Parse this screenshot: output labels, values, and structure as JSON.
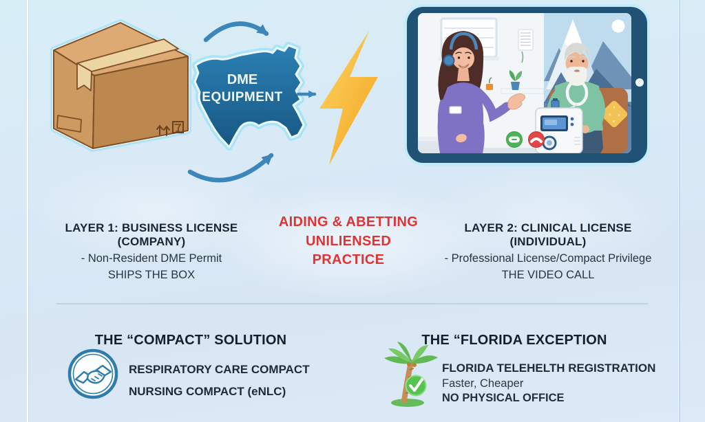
{
  "infographic": {
    "flow": {
      "map_label": {
        "line1": "DME",
        "line2": "EQUIPMENT"
      }
    },
    "layer1": {
      "title": "LAYER 1: BUSINESS LICENSE (COMPANY)",
      "detail": "- Non-Resident DME Permit",
      "role": "SHIPS THE BOX"
    },
    "conflict": {
      "line1": "AIDING & ABETTING",
      "line2": "UNILIENSED",
      "line3": "PRACTICE"
    },
    "layer2": {
      "title": "LAYER 2: CLINICAL LICENSE (INDIVIDUAL)",
      "detail": "- Professional License/Compact Privilege",
      "role": "THE VIDEO CALL"
    },
    "compact_solution": {
      "title": "THE “COMPACT” SOLUTION",
      "items": [
        "RESPIRATORY CARE COMPACT",
        "NURSING COMPACT (eNLC)"
      ]
    },
    "florida_exception": {
      "title": "THE “FLORIDA EXCEPTION",
      "headline": "FLORIDA TELEHELTH REGISTRATION",
      "subline": "Faster, Cheaper",
      "note": "NO PHYSICAL OFFICE"
    },
    "colors": {
      "alert_red": "#de3434",
      "map_blue": "#2277ad",
      "arrow_blue": "#3c86ba",
      "lightning_yellow": "#f7bc2d",
      "tablet_frame_navy": "#1f5274",
      "background_blue": "#d9e9f6",
      "text_dark": "#1c2836",
      "icon_ring_blue": "#2e7cab",
      "success_green": "#55c34e"
    },
    "icons": {
      "shipment": "cardboard-box-icon",
      "country": "us-map-icon",
      "cycle": "cycle-arrows-icon",
      "conflict": "lightning-bolt-icon",
      "telehealth": "telehealth-tablet-icon",
      "compact": "handshake-icon",
      "florida": "palm-tree-check-icon"
    }
  }
}
